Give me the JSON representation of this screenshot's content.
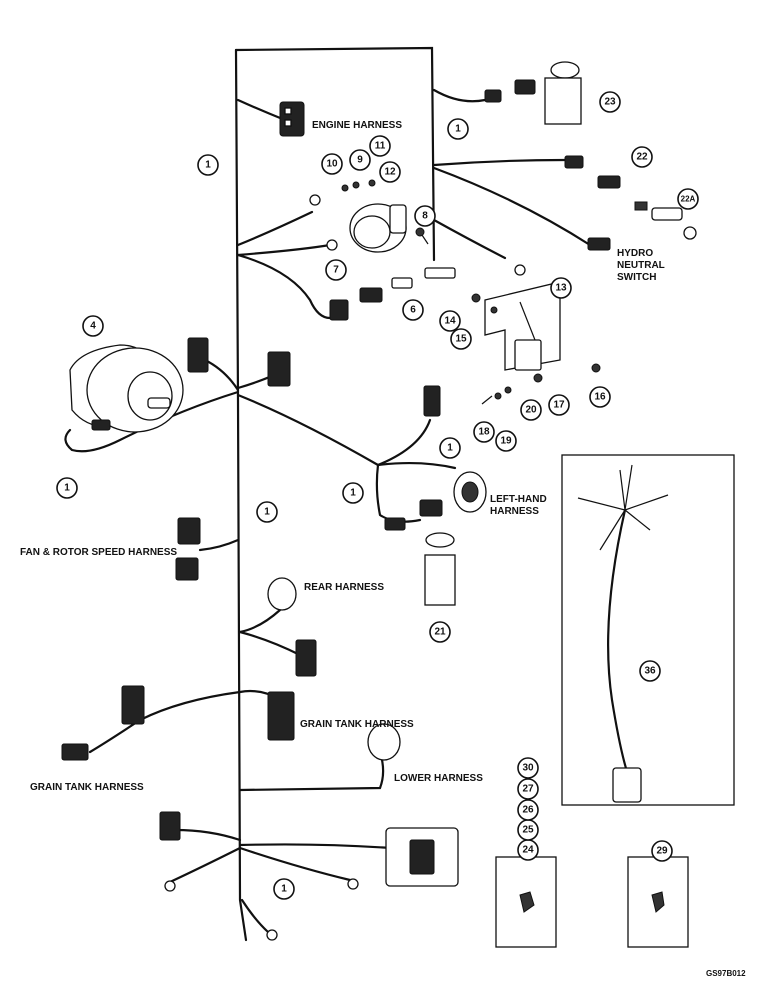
{
  "labels": {
    "engine": "ENGINE HARNESS",
    "hydro": [
      "HYDRO",
      "NEUTRAL",
      "SWITCH"
    ],
    "lefthand": [
      "LEFT-HAND",
      "HARNESS"
    ],
    "fanrotor": "FAN & ROTOR SPEED HARNESS",
    "rear": "REAR HARNESS",
    "graintank_right": "GRAIN TANK HARNESS",
    "graintank_left": "GRAIN TANK HARNESS",
    "lower": "LOWER HARNESS",
    "figure_code": "GS97B012"
  },
  "callouts": [
    "1",
    "1",
    "1",
    "1",
    "1",
    "1",
    "1",
    "4",
    "6",
    "7",
    "8",
    "9",
    "10",
    "11",
    "12",
    "13",
    "14",
    "15",
    "16",
    "17",
    "18",
    "19",
    "20",
    "21",
    "22",
    "22A",
    "23",
    "24",
    "25",
    "26",
    "27",
    "29",
    "30",
    "36"
  ]
}
